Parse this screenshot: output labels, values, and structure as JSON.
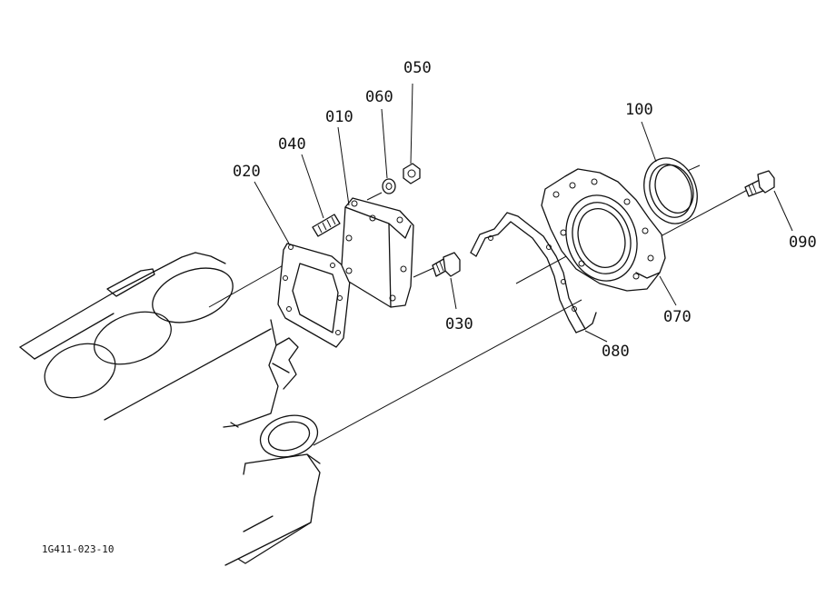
{
  "parts": {
    "p010": "010",
    "p020": "020",
    "p030": "030",
    "p040": "040",
    "p050": "050",
    "p060": "060",
    "p070": "070",
    "p080": "080",
    "p090": "090",
    "p100": "100"
  },
  "drawing_code": "1G411-023-10"
}
